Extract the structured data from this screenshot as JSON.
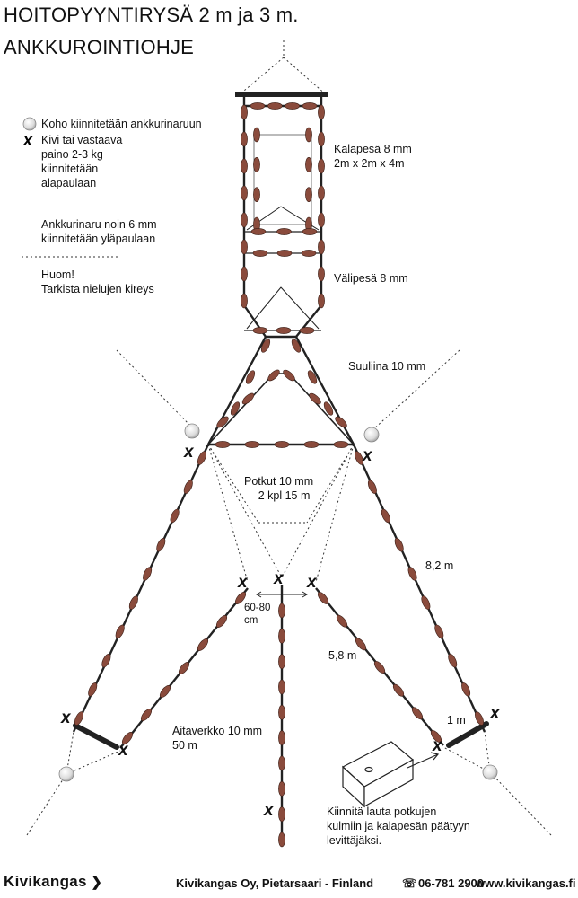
{
  "title": {
    "line1": "HOITOPYYNTIRYSÄ 2 m ja 3 m.",
    "line2": "ANKKUROINTIOHJE"
  },
  "legend": {
    "float_text": "Koho kiinnitetään ankkurinaruun",
    "stone_text": [
      "Kivi tai vastaava",
      "paino 2-3 kg",
      "kiinnitetään",
      "alapaulaan"
    ],
    "rope_text": [
      "Ankkurinaru noin 6 mm",
      "kiinnitetään yläpaulaan"
    ],
    "note_text": [
      "Huom!",
      "Tarkista nielujen kireys"
    ]
  },
  "labels": {
    "kalapesa": [
      "Kalapesä 8 mm",
      "2m x 2m x 4m"
    ],
    "valipesa": "Välipesä 8 mm",
    "suuliina": "Suuliina 10 mm",
    "potkut": [
      "Potkut 10 mm",
      "2 kpl 15 m"
    ],
    "gap": [
      "60-80",
      "cm"
    ],
    "wing_outer": "8,2 m",
    "wing_inner": "5,8 m",
    "one_m": "1 m",
    "aitaverkko": [
      "Aitaverkko 10 mm",
      "50 m"
    ],
    "board_note": [
      "Kiinnitä lauta potkujen",
      "kulmiin ja kalapesän päätyyn",
      "levittäjäksi."
    ]
  },
  "footer": {
    "logo": "Kivikangas",
    "company": "Kivikangas Oy, Pietarsaari - Finland",
    "phone": "06-781 2900",
    "website": "www.kivikangas.fi"
  },
  "colors": {
    "float_color": "#e6e6e6",
    "rope_color": "#222222",
    "bead_color": "#8a4b3c"
  }
}
